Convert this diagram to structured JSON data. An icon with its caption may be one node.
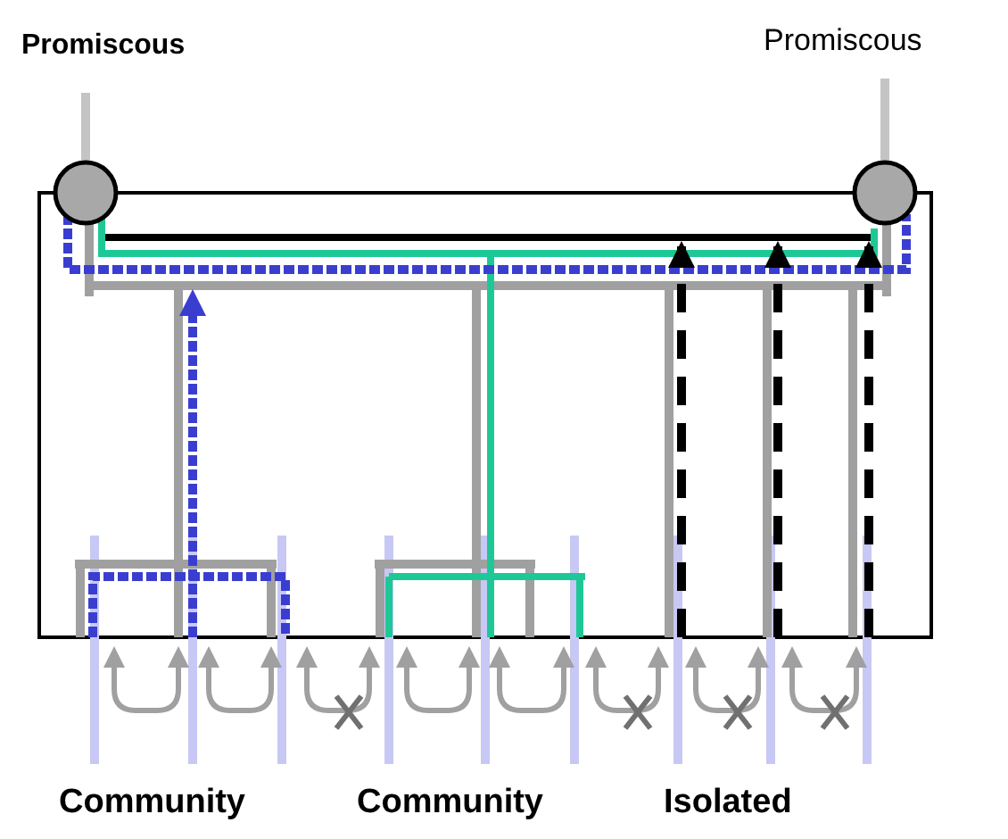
{
  "diagram": {
    "labels": [
      "Promiscous",
      "Promiscous",
      "Community",
      "Community",
      "Isolated"
    ]
  }
}
